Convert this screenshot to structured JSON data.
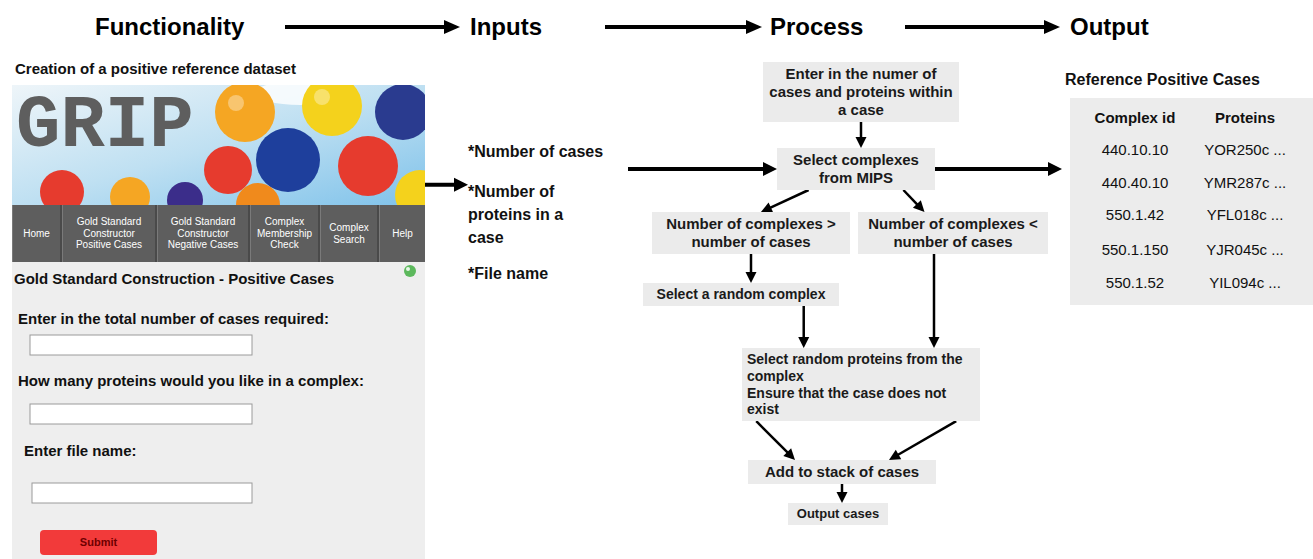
{
  "diagram": {
    "nodes": [
      {
        "text": [
          "Creation of a positive reference dataset",
          "Gold Standard Construction - Positive Cases",
          "Enter in the total number of cases required:",
          "How many proteins would you like in a complex:",
          "Enter file name:"
        ]
      },
      {
        "text": [
          "GRIP"
        ],
        "in": 0
      },
      {
        "text": [
          "Home"
        ],
        "in": 0
      },
      {
        "text": [
          "Gold Standard Constructor Positive Cases"
        ],
        "in": 0
      },
      {
        "text": [
          "Gold Standard Constructor Negative Cases"
        ],
        "in": 0
      },
      {
        "text": [
          "Complex Membership Check"
        ],
        "in": 0
      },
      {
        "text": [
          "Complex Search"
        ],
        "in": 0
      },
      {
        "text": [
          "Help"
        ],
        "in": 0
      },
      {
        "text": [
          "Submit"
        ],
        "in": 0
      },
      {
        "text": [
          "*Number of cases",
          "*Number of proteins in a case",
          "*File name"
        ]
      },
      {
        "text": [
          "Enter in the numer of cases and proteins within a case"
        ]
      },
      {
        "text": [
          "Select complexes from MIPS"
        ]
      },
      {
        "text": [
          "Number of complexes > number of cases"
        ]
      },
      {
        "text": [
          "Number of complexes < number of cases"
        ]
      },
      {
        "text": [
          "Select a random complex"
        ]
      },
      {
        "text": [
          "Select random proteins from the complex",
          "Ensure that the case does not exist"
        ]
      },
      {
        "text": [
          "Add to stack of cases"
        ]
      },
      {
        "text": [
          "Output cases"
        ]
      },
      {
        "text": [
          "Reference Positive Cases",
          "Complex id",
          "Proteins",
          "440.10.10",
          "YOR250c ...",
          "440.40.10",
          "YMR287c ...",
          "550.1.42",
          "YFL018c ...",
          "550.1.150",
          "YJR045c ...",
          "550.1.52",
          "YIL094c ..."
        ]
      }
    ],
    "edges": [
      {
        "from": 0,
        "to": 9,
        "arrow": "to"
      },
      {
        "from": 9,
        "to": 11,
        "arrow": "to"
      },
      {
        "from": 10,
        "to": 11,
        "arrow": "to"
      },
      {
        "from": 11,
        "to": 12,
        "arrow": "to"
      },
      {
        "from": 11,
        "to": 13,
        "arrow": "to"
      },
      {
        "from": 12,
        "to": 14,
        "arrow": "to"
      },
      {
        "from": 14,
        "to": 15,
        "arrow": "to"
      },
      {
        "from": 13,
        "to": 15,
        "arrow": "to"
      },
      {
        "from": 15,
        "to": 16,
        "arrow": "to"
      },
      {
        "from": 15,
        "to": 16,
        "arrow": "to"
      },
      {
        "from": 16,
        "to": 17,
        "arrow": "to"
      },
      {
        "from": 11,
        "to": 18,
        "arrow": "to"
      }
    ],
    "labels": [
      "Functionality",
      "Inputs",
      "Process",
      "Output"
    ]
  }
}
